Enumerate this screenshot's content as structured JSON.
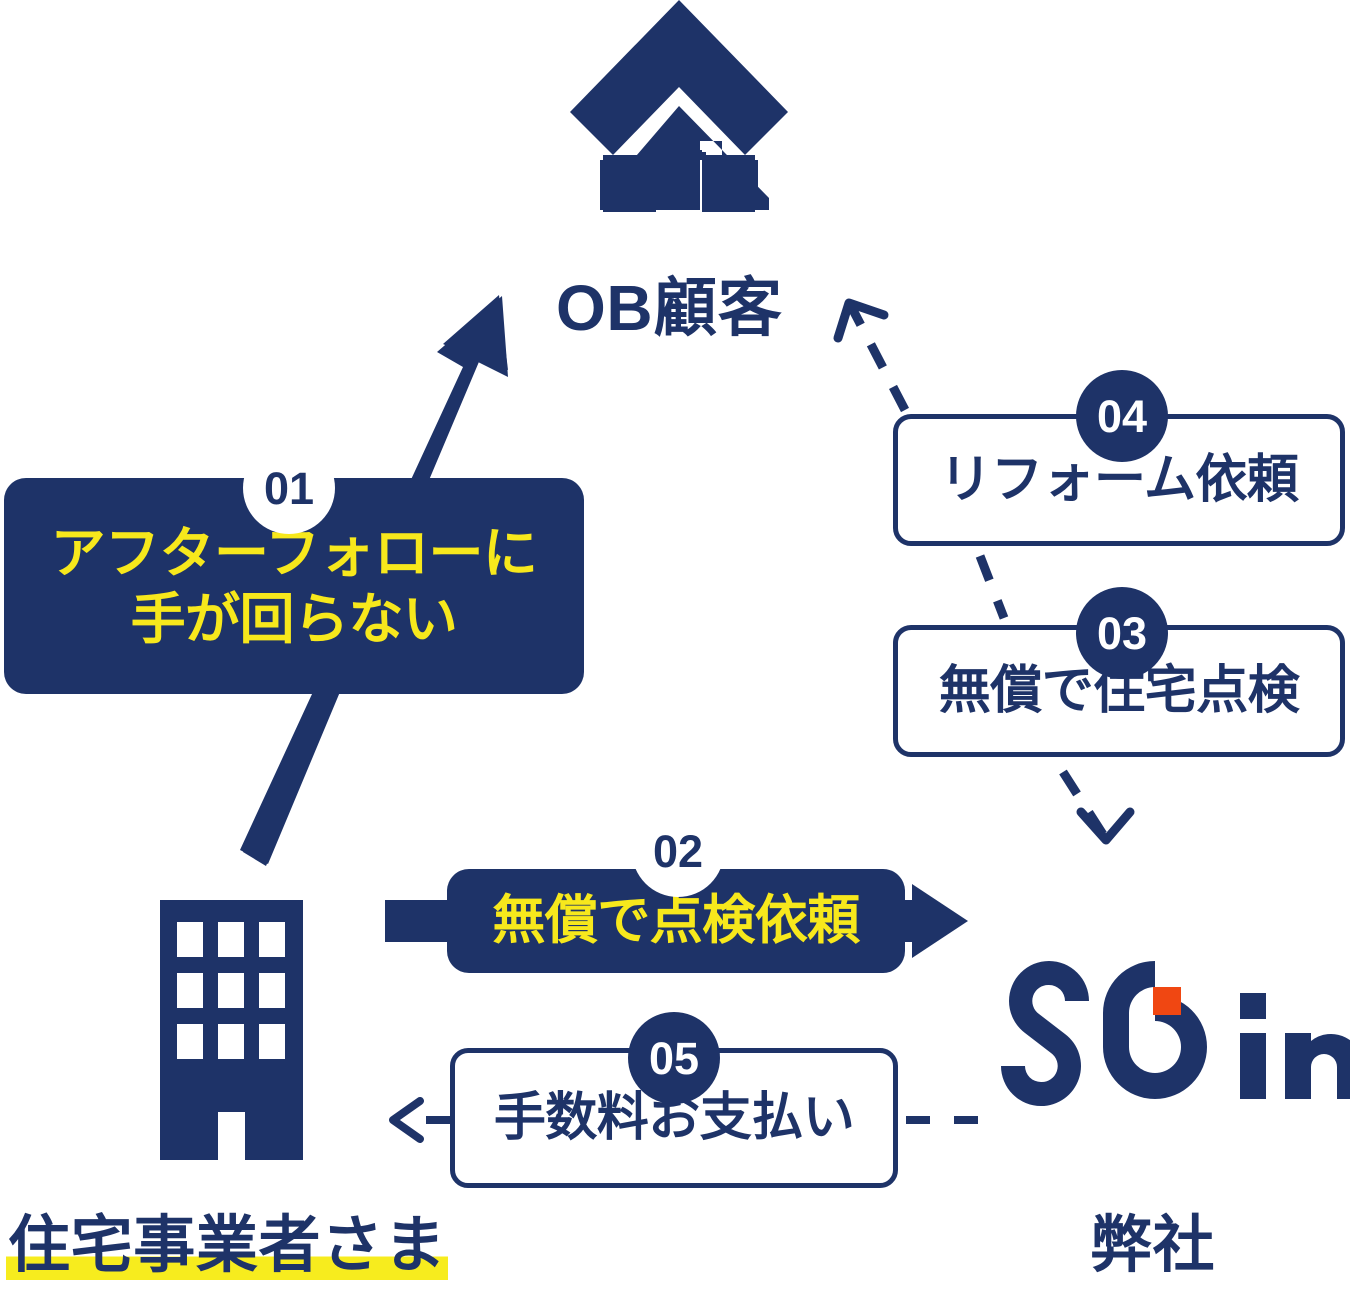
{
  "diagram": {
    "title_hidden": "",
    "colors": {
      "navy": "#1e3368",
      "yellow": "#f7e81c",
      "orange": "#f04712",
      "white": "#ffffff"
    }
  },
  "nodes": {
    "ob_customer": {
      "label": "OB顧客",
      "icon": "house-icon"
    },
    "builder": {
      "label": "住宅事業者さま",
      "icon": "office-building-icon",
      "highlighted": true
    },
    "company": {
      "label": "弊社",
      "icon": "sg-inc-logo"
    }
  },
  "steps": [
    {
      "number": "01",
      "label": "アフターフォローに\n手が回らない",
      "line1": "アフターフォローに",
      "line2": "手が回らない",
      "style": "solid",
      "badge_style": "light"
    },
    {
      "number": "02",
      "label": "無償で点検依頼",
      "style": "solid",
      "badge_style": "light"
    },
    {
      "number": "03",
      "label": "無償で住宅点検",
      "style": "outline",
      "badge_style": "dark"
    },
    {
      "number": "04",
      "label": "リフォーム依頼",
      "style": "outline",
      "badge_style": "dark"
    },
    {
      "number": "05",
      "label": "手数料お支払い",
      "style": "outline",
      "badge_style": "dark"
    }
  ],
  "logo": {
    "text": "SG inc."
  }
}
